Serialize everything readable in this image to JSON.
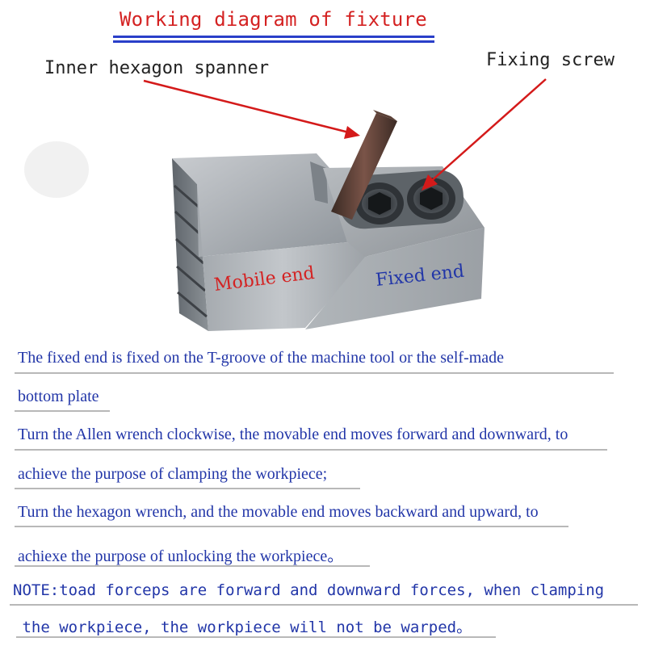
{
  "title": "Working diagram of fixture",
  "labels": {
    "spanner": "Inner hexagon spanner",
    "screw": "Fixing screw",
    "mobile_end": "Mobile end",
    "fixed_end": "Fixed end"
  },
  "description_lines": [
    "The fixed end is fixed on the T-groove of the machine tool or the self-made",
    "bottom plate",
    "Turn the Allen wrench clockwise, the movable end moves forward and downward, to",
    "achieve the purpose of clamping the workpiece;",
    "Turn the hexagon wrench, and the movable end moves backward and upward, to",
    "achiexe the purpose of unlocking the workpiece。"
  ],
  "note_lines": [
    "NOTE:toad forceps are forward and downward forces, when clamping",
    " the workpiece, the workpiece will not be warped。"
  ],
  "colors": {
    "title": "#d42222",
    "title_underline": "#2a3fc9",
    "arrow": "#d41a1a",
    "body_text": "#2236a8",
    "mobile_label": "#d42222",
    "fixed_label": "#2236a8",
    "metal": "#9aa0a6"
  }
}
